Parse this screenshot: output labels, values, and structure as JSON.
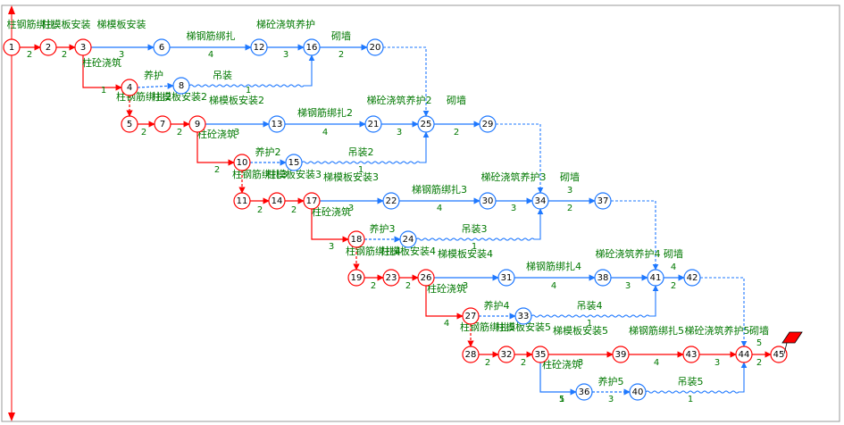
{
  "colors": {
    "critical": "#ff0000",
    "normal": "#1e78ff",
    "label": "#007800",
    "text": "#000000",
    "background": "#ffffff"
  },
  "nodes": [
    "1",
    "2",
    "3",
    "4",
    "5",
    "6",
    "7",
    "8",
    "9",
    "10",
    "11",
    "12",
    "13",
    "14",
    "15",
    "16",
    "17",
    "18",
    "19",
    "20",
    "21",
    "22",
    "23",
    "24",
    "25",
    "26",
    "27",
    "28",
    "29",
    "30",
    "31",
    "32",
    "33",
    "34",
    "35",
    "36",
    "37",
    "38",
    "39",
    "40",
    "41",
    "42",
    "43",
    "44",
    "45"
  ],
  "activities": [
    {
      "id": "a1",
      "name": "柱钢筋绑扎",
      "duration": "2"
    },
    {
      "id": "a2",
      "name": "柱模板安装",
      "duration": "2"
    },
    {
      "id": "a3",
      "name": "梯模板安装",
      "duration": "3"
    },
    {
      "id": "a4",
      "name": "梯钢筋绑扎",
      "duration": "4"
    },
    {
      "id": "a5",
      "name": "梯砼浇筑养护",
      "duration": "3"
    },
    {
      "id": "a6",
      "name": "砌墙",
      "duration": "2"
    },
    {
      "id": "a7",
      "name": "柱砼浇筑",
      "duration": "1"
    },
    {
      "id": "a8",
      "name": "养护",
      "duration": ""
    },
    {
      "id": "a9",
      "name": "吊装",
      "duration": "1"
    },
    {
      "id": "a10",
      "name": "柱钢筋绑扎2",
      "duration": "2"
    },
    {
      "id": "a11",
      "name": "柱模板安装2",
      "duration": "2"
    },
    {
      "id": "a12",
      "name": "梯模板安装2",
      "duration": "3"
    },
    {
      "id": "a13",
      "name": "梯钢筋绑扎2",
      "duration": "4"
    },
    {
      "id": "a14",
      "name": "梯砼浇筑养护2",
      "duration": "3"
    },
    {
      "id": "a15",
      "name": "砌墙",
      "duration": "2"
    },
    {
      "id": "a16",
      "name": "柱砼浇筑",
      "duration": "2"
    },
    {
      "id": "a17",
      "name": "养护2",
      "duration": "1"
    },
    {
      "id": "a18",
      "name": "吊装2",
      "duration": "1"
    },
    {
      "id": "a19",
      "name": "柱钢筋绑扎3",
      "duration": "2"
    },
    {
      "id": "a20",
      "name": "柱模板安装3",
      "duration": "2"
    },
    {
      "id": "a21",
      "name": "梯模板安装3",
      "duration": "3"
    },
    {
      "id": "a22",
      "name": "梯钢筋绑扎3",
      "duration": "4"
    },
    {
      "id": "a23",
      "name": "梯砼浇筑养护3",
      "duration": "3"
    },
    {
      "id": "a24",
      "name": "砌墙",
      "duration": "3"
    },
    {
      "id": "a24b",
      "name": "",
      "duration": "2"
    },
    {
      "id": "a25",
      "name": "柱砼浇筑",
      "duration": "3"
    },
    {
      "id": "a26",
      "name": "养护3",
      "duration": "1"
    },
    {
      "id": "a27",
      "name": "吊装3",
      "duration": "1"
    },
    {
      "id": "a28",
      "name": "柱钢筋绑扎4",
      "duration": "2"
    },
    {
      "id": "a29",
      "name": "柱模板安装4",
      "duration": "2"
    },
    {
      "id": "a30",
      "name": "梯模板安装4",
      "duration": "3"
    },
    {
      "id": "a31",
      "name": "梯钢筋绑扎4",
      "duration": "4"
    },
    {
      "id": "a32",
      "name": "梯砼浇筑养护4",
      "duration": "3"
    },
    {
      "id": "a33",
      "name": "砌墙",
      "duration": "4"
    },
    {
      "id": "a33b",
      "name": "",
      "duration": "2"
    },
    {
      "id": "a34",
      "name": "柱砼浇筑",
      "duration": "4"
    },
    {
      "id": "a35",
      "name": "养护4",
      "duration": "1"
    },
    {
      "id": "a36",
      "name": "吊装4",
      "duration": "1"
    },
    {
      "id": "a37",
      "name": "柱钢筋绑扎5",
      "duration": "2"
    },
    {
      "id": "a38",
      "name": "柱模板安装5",
      "duration": "2"
    },
    {
      "id": "a39",
      "name": "梯模板安装5",
      "duration": "3"
    },
    {
      "id": "a40",
      "name": "梯钢筋绑扎5",
      "duration": "4"
    },
    {
      "id": "a41",
      "name": "梯砼浇筑养护5",
      "duration": "3"
    },
    {
      "id": "a42",
      "name": "砌墙",
      "duration": "5"
    },
    {
      "id": "a42b",
      "name": "",
      "duration": "2"
    },
    {
      "id": "a43",
      "name": "柱砼浇筑",
      "duration": "5"
    },
    {
      "id": "a44",
      "name": "养护5",
      "duration": "3"
    },
    {
      "id": "a45",
      "name": "吊装5",
      "duration": "1"
    },
    {
      "id": "a46",
      "name": "",
      "duration": "1"
    }
  ]
}
